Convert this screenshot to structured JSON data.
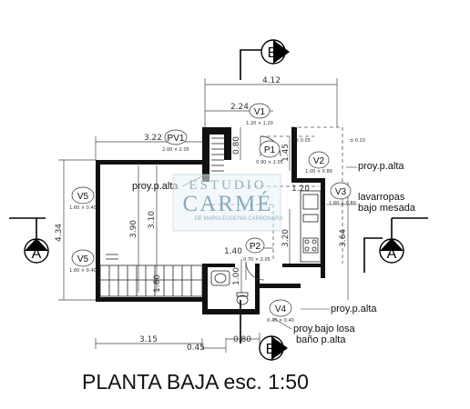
{
  "title": "PLANTA BAJA  esc. 1:50",
  "section_markers": {
    "a_left": "A",
    "a_right": "A",
    "b_top": "B",
    "b_bottom": "B"
  },
  "dimensions": {
    "top_total": "4.12",
    "top_mid": "2.24",
    "top_left": "3.22",
    "left_total": "4.34",
    "right_total": "3.64",
    "inner_390": "3.90",
    "inner_310": "3.10",
    "inner_160": "1.60",
    "inner_080": "0.80",
    "inner_145": "1.45",
    "inner_140": "1.40",
    "inner_120": "1.20",
    "inner_100": "1.00",
    "inner_320": "3.20",
    "bottom_315": "3.15",
    "bottom_045": "0.45",
    "bottom_080": "0.80",
    "level_a": "± 0.05",
    "level_b": "± 0.10"
  },
  "tags": {
    "pv1": {
      "code": "PV1",
      "size": "2.00 × 2.05"
    },
    "v1": {
      "code": "V1",
      "size": "1.20 × 1.20"
    },
    "p1": {
      "code": "P1",
      "size": "0.90 × 2.05"
    },
    "v2": {
      "code": "V2",
      "size": "1.00 × 0.80"
    },
    "v3": {
      "code": "V3",
      "size": "1.60 × 0.80"
    },
    "v5a": {
      "code": "V5",
      "size": "1.60 × 0.40"
    },
    "v5b": {
      "code": "V5",
      "size": "1.60 × 0.40"
    },
    "p2": {
      "code": "P2",
      "size": "0.70 × 2.05"
    },
    "v4": {
      "code": "V4",
      "size": "0.40 × 0.40"
    }
  },
  "annotations": {
    "proy_alta_left": "proy.p.alta",
    "proy_alta_top": "proy.p.alta",
    "lavarropas_1": "lavarropas",
    "lavarropas_2": "bajo mesada",
    "proy_alta_bottom": "proy.p.alta",
    "proy_losa_1": "proy.bajo losa",
    "proy_losa_2": "baño p.alta"
  },
  "watermark": {
    "line1": "ESTUDIO",
    "line2": "CARMÉ",
    "line3": "DE MARIA EUGENIA CARBONARA"
  }
}
